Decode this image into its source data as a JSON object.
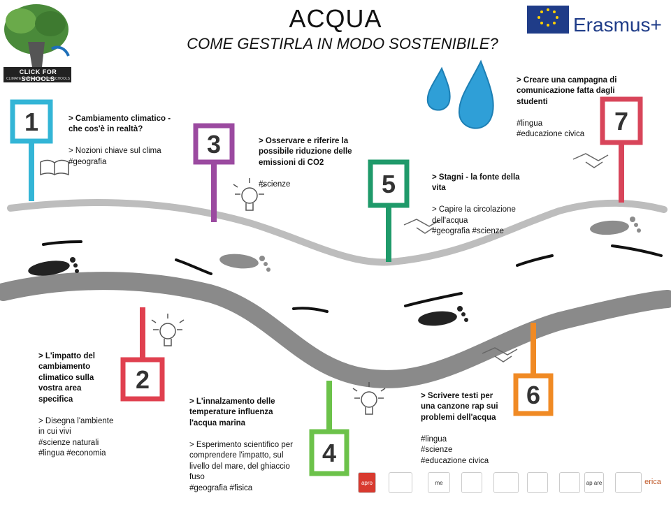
{
  "header": {
    "title": "ACQUA",
    "subtitle": "COME GESTIRLA IN MODO SOSTENIBILE?"
  },
  "logos": {
    "click_for_schools": "CLICK FOR SCHOOLS",
    "click_tagline": "CLIMATE CHANGE KIT FOR SCHOOLS",
    "erasmus": "Erasmus+",
    "partners": [
      "apro",
      "",
      "me",
      "",
      "",
      "",
      "",
      "ap are",
      "",
      "erica"
    ]
  },
  "steps": [
    {
      "number": "1",
      "title": "> Cambiamento climatico - che cos'è in realtà?",
      "lines": "> Nozioni chiave sul clima\n#geografia",
      "color": "#33b5d6",
      "icon": "book-icon"
    },
    {
      "number": "2",
      "title": "> L'impatto del cambiamento climatico sulla vostra area specifica",
      "lines": "> Disegna l'ambiente in cui vivi\n#scienze naturali\n#lingua #economia",
      "color": "#e0404f",
      "icon": "lightbulb-icon"
    },
    {
      "number": "3",
      "title": "> Osservare e riferire la possibile riduzione delle emissioni di CO2",
      "lines": "#scienze",
      "color": "#9b4aa0",
      "icon": "lightbulb-icon"
    },
    {
      "number": "4",
      "title": "> L'innalzamento delle temperature influenza l'acqua marina",
      "lines": "> Esperimento scientifico per comprendere l'impatto, sul livello del mare, del ghiaccio fuso\n#geografia #fisica",
      "color": "#6cc24a",
      "icon": "lightbulb-icon"
    },
    {
      "number": "5",
      "title": "> Stagni - la fonte della vita",
      "lines": "> Capire la circolazione dell'acqua\n#geografia #scienze",
      "color": "#1f9a6a",
      "icon": "handshake-icon"
    },
    {
      "number": "6",
      "title": "> Scrivere testi per una canzone rap sui problemi dell'acqua",
      "lines": "#lingua\n#scienze\n#educazione civica",
      "color": "#f08a24",
      "icon": "handshake-icon"
    },
    {
      "number": "7",
      "title": "> Creare una campagna di comunicazione fatta dagli studenti",
      "lines": "#lingua\n#educazione civica",
      "color": "#d8455a",
      "icon": "handshake-icon"
    }
  ]
}
